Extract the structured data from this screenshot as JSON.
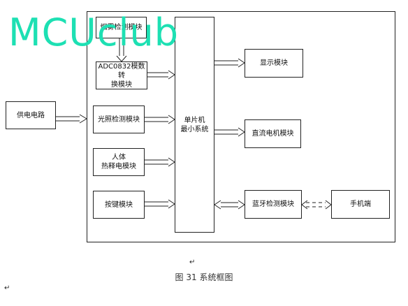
{
  "watermark": "MCUclub",
  "blocks": {
    "power": "供电电路",
    "smoke": "烟雾检测模块",
    "adc": "ADC0832模数转\n换模块",
    "light": "光照检测模块",
    "pir": "人体\n热释电模块",
    "key": "按键模块",
    "mcu": "单片机\n最小系统",
    "display": "显示模块",
    "motor": "直流电机模块",
    "bt": "蓝牙检测模块",
    "phone": "手机端"
  },
  "caption": "图 31 系统框图",
  "colors": {
    "watermark": "#1de0b3"
  }
}
